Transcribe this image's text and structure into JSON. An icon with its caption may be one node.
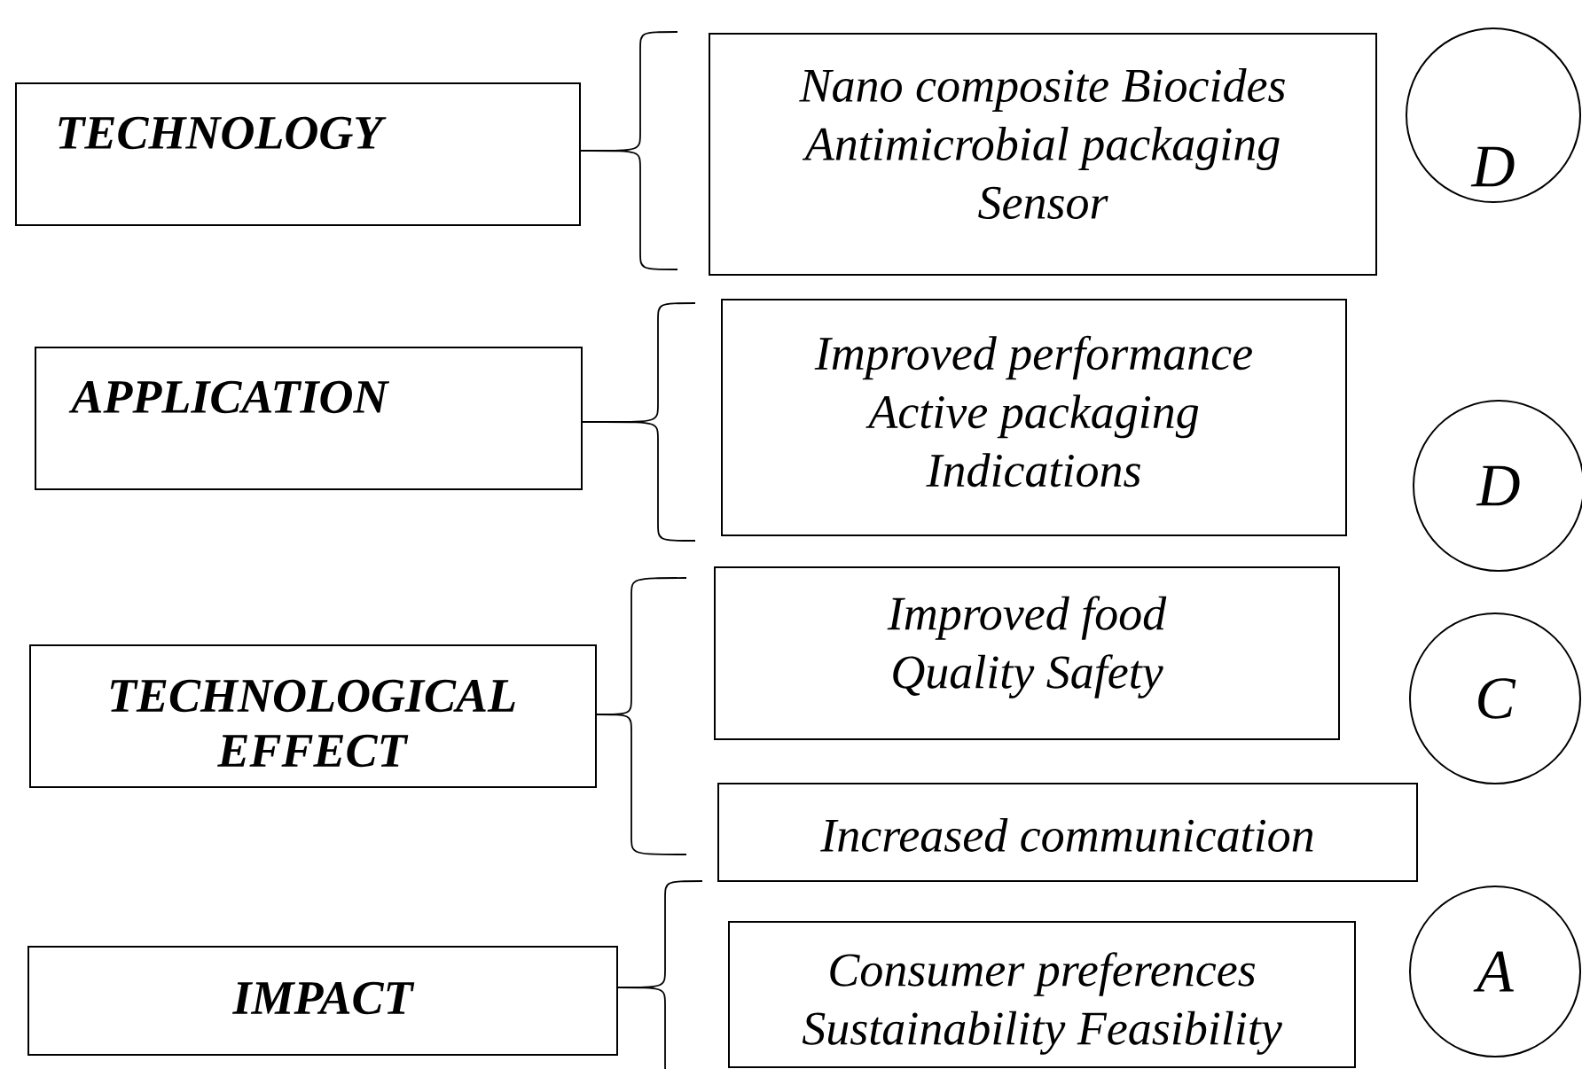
{
  "diagram": {
    "nodes": [
      {
        "text": [
          "TECHNOLOGY"
        ]
      },
      {
        "text": [
          "Nano composite Biocides",
          "Antimicrobial packaging",
          "Sensor"
        ]
      },
      {
        "text": [
          "D"
        ]
      },
      {
        "text": [
          "APPLICATION"
        ]
      },
      {
        "text": [
          "Improved performance",
          "Active packaging",
          "Indications"
        ]
      },
      {
        "text": [
          "D"
        ]
      },
      {
        "text": [
          "TECHNOLOGICAL EFFECT"
        ]
      },
      {
        "text": [
          "Improved food",
          "Quality Safety"
        ]
      },
      {
        "text": [
          "Increased communication"
        ]
      },
      {
        "text": [
          "C"
        ]
      },
      {
        "text": [
          "IMPACT"
        ]
      },
      {
        "text": [
          "Consumer preferences",
          "Sustainability Feasibility"
        ]
      },
      {
        "text": [
          "A"
        ]
      }
    ]
  }
}
